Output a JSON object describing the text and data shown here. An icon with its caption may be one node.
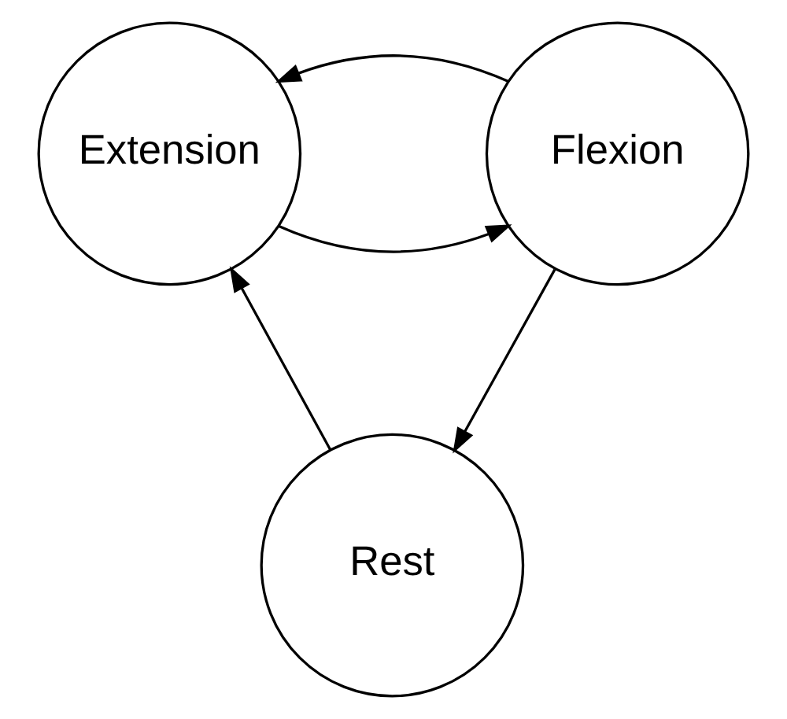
{
  "diagram": {
    "nodes": [
      {
        "text": [
          "Extension"
        ]
      },
      {
        "text": [
          "Flexion"
        ]
      },
      {
        "text": [
          "Rest"
        ]
      }
    ],
    "edges": [
      {
        "from": 0,
        "to": 1,
        "arrow": "to"
      },
      {
        "from": 1,
        "to": 0,
        "arrow": "to"
      },
      {
        "from": 1,
        "to": 2,
        "arrow": "to"
      },
      {
        "from": 2,
        "to": 0,
        "arrow": "to"
      }
    ]
  }
}
